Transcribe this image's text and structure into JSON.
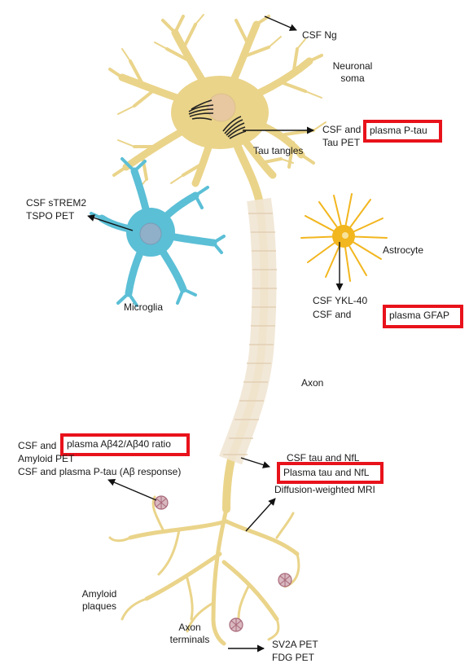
{
  "colors": {
    "neuron": "#ead48a",
    "neuron_light": "#f3e6b8",
    "soma_nucleus": "#e8c8a0",
    "microglia": "#5bbfd6",
    "microglia_nucleus": "#8fb0c8",
    "astrocyte": "#f2b61e",
    "astrocyte_nucleus": "#f7e39a",
    "myelin": "#f1e5d4",
    "highlight": "#e8121b",
    "tangle": "#222222",
    "plaque": "#a8687a"
  },
  "labels": {
    "csf_ng": "CSF Ng",
    "neuronal_soma_l1": "Neuronal",
    "neuronal_soma_l2": "soma",
    "csf_and_1": "CSF and",
    "plasma_ptau": "plasma P-tau",
    "tau_pet": "Tau PET",
    "tau_tangles": "Tau tangles",
    "csf_strem2": "CSF sTREM2",
    "tspo_pet": "TSPO PET",
    "microglia": "Microglia",
    "astrocyte": "Astrocyte",
    "csf_ykl40": "CSF YKL-40",
    "csf_and_2": "CSF and",
    "plasma_gfap": "plasma GFAP",
    "axon": "Axon",
    "csf_and_3": "CSF and",
    "plasma_abeta": "plasma Aβ42/Aβ40 ratio",
    "amyloid_pet": "Amyloid PET",
    "csf_plasma_ptau_response": "CSF and plasma P-tau (Aβ response)",
    "csf_tau_nfl": "CSF tau and NfL",
    "plasma_tau_nfl": "Plasma tau and NfL",
    "dwi_mri": "Diffusion-weighted MRI",
    "amyloid_plaques_l1": "Amyloid",
    "amyloid_plaques_l2": "plaques",
    "axon_terminals_l1": "Axon",
    "axon_terminals_l2": "terminals",
    "sv2a_pet": "SV2A PET",
    "fdg_pet": "FDG PET"
  }
}
